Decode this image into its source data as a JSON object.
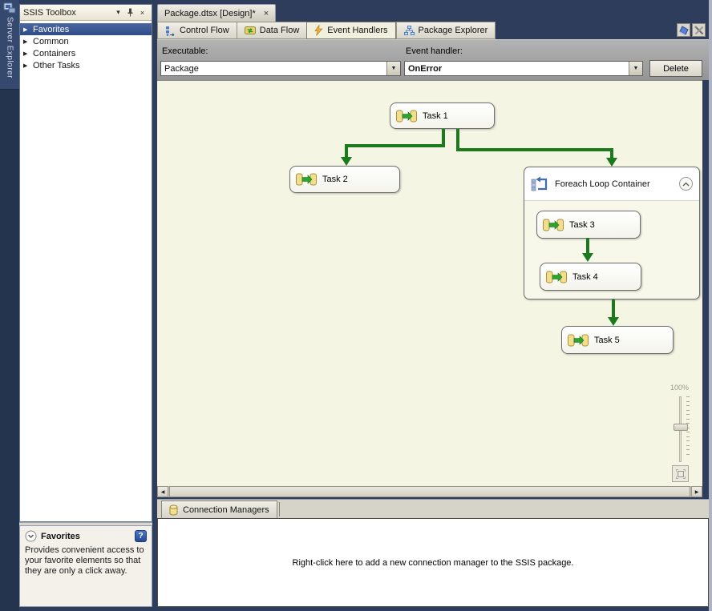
{
  "colors": {
    "chrome": "#2E3D5C",
    "canvas-bg": "#F4F5E3",
    "arrow-green": "#1B7A1B",
    "selection-blue": "#35529A",
    "band-gray": "#A6A6A6",
    "tab-selected": "#F1EFDE"
  },
  "icons": {
    "dropdown": "▾",
    "close": "×",
    "expander": "▶",
    "combo_arrow": "▼",
    "scroll_left": "◀",
    "scroll_right": "▶",
    "help": "?"
  },
  "activity_bar": {
    "server_explorer_label": "Server Explorer"
  },
  "toolbox": {
    "title": "SSIS Toolbox",
    "items": [
      {
        "label": "Favorites",
        "selected": true
      },
      {
        "label": "Common",
        "selected": false
      },
      {
        "label": "Containers",
        "selected": false
      },
      {
        "label": "Other Tasks",
        "selected": false
      }
    ],
    "favorites_panel": {
      "title": "Favorites",
      "description": "Provides convenient access to your favorite elements so that they are only a click away."
    }
  },
  "document": {
    "tab_title": "Package.dtsx [Design]*"
  },
  "designer_tabs": [
    {
      "label": "Control Flow",
      "selected": false
    },
    {
      "label": "Data Flow",
      "selected": false
    },
    {
      "label": "Event Handlers",
      "selected": true
    },
    {
      "label": "Package Explorer",
      "selected": false
    }
  ],
  "event_header": {
    "executable_label": "Executable:",
    "executable_value": "Package",
    "handler_label": "Event handler:",
    "handler_value": "OnError",
    "delete_button": "Delete"
  },
  "canvas": {
    "tasks": [
      {
        "label": "Task 1"
      },
      {
        "label": "Task 2"
      },
      {
        "label": "Task 3"
      },
      {
        "label": "Task 4"
      },
      {
        "label": "Task 5"
      }
    ],
    "container": {
      "label": "Foreach Loop Container"
    },
    "zoom": {
      "level": "100%"
    }
  },
  "connection_managers": {
    "tab_label": "Connection Managers",
    "empty_hint": "Right-click here to add a new connection manager to the SSIS package."
  }
}
